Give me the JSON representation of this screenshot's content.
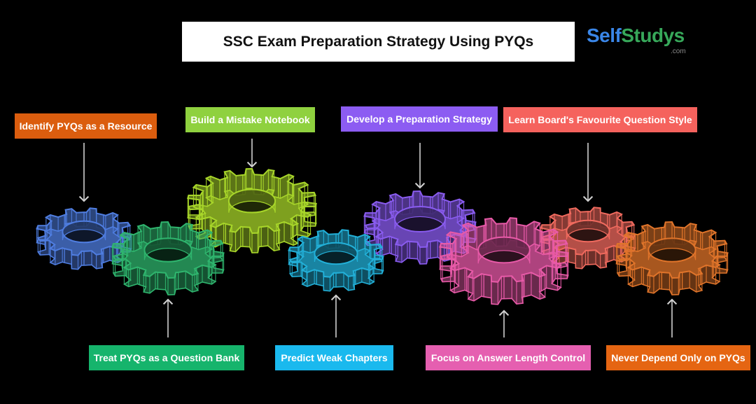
{
  "title": "SSC Exam Preparation Strategy Using PYQs",
  "brand": {
    "part1": "Self",
    "part2": "Studys",
    "suffix": ".com"
  },
  "colors": {
    "blue": "#4f7de0",
    "green": "#2fb56e",
    "lime": "#a8d62a",
    "cyan": "#22b0d8",
    "violet": "#8a5cf0",
    "pink": "#e85aa8",
    "coral": "#f06a5e",
    "orange": "#e0742a"
  },
  "labels_top": [
    {
      "text": "Identify PYQs as a Resource",
      "color": "#db5d0e"
    },
    {
      "text": "Build a Mistake Notebook",
      "color": "#8fd13f"
    },
    {
      "text": "Develop a Preparation Strategy",
      "color": "#8c5cf2"
    },
    {
      "text": "Learn Board's Favourite Question Style",
      "color": "#f5625d"
    }
  ],
  "labels_bottom": [
    {
      "text": "Treat PYQs as a Question Bank",
      "color": "#16b46c"
    },
    {
      "text": "Predict Weak Chapters",
      "color": "#1ab9ee"
    },
    {
      "text": "Focus on Answer Length Control",
      "color": "#e55fb0"
    },
    {
      "text": "Never Depend Only on PYQs",
      "color": "#e56512"
    }
  ]
}
